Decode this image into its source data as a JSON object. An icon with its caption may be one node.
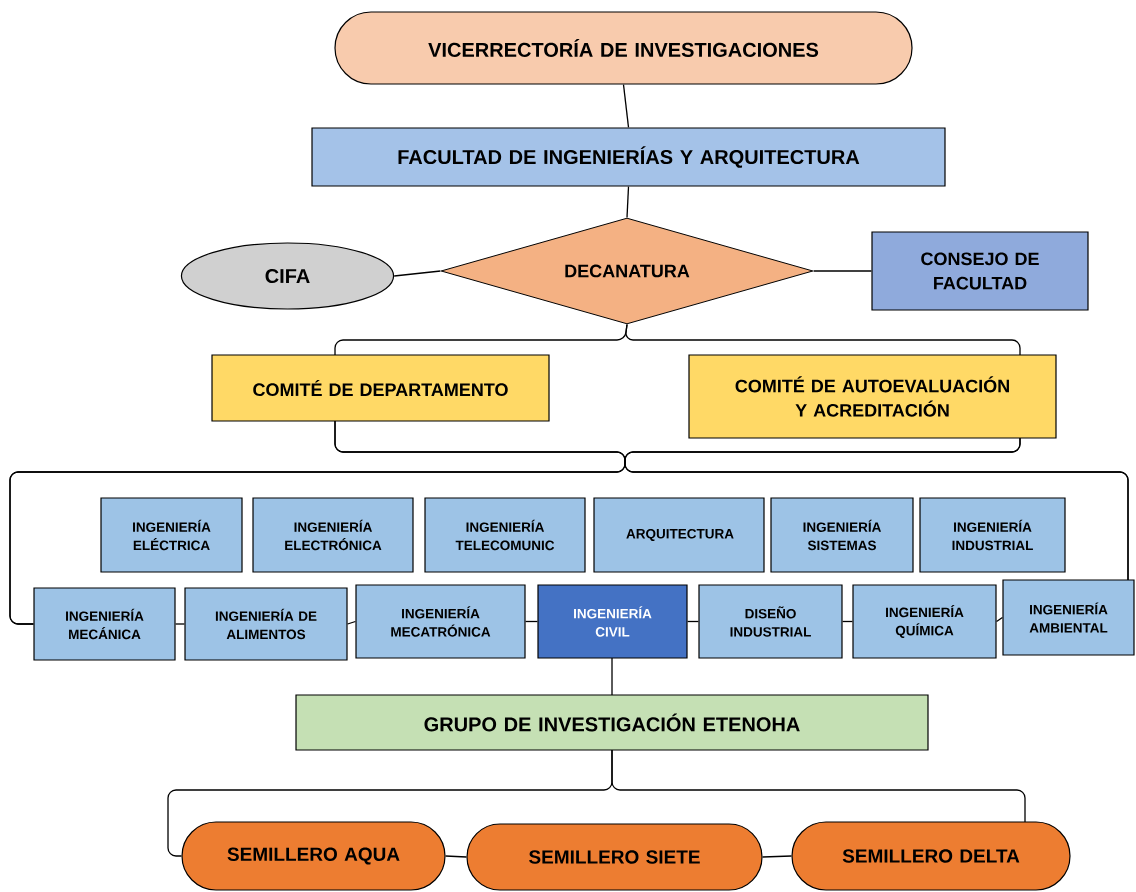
{
  "diagram": {
    "nodes": [
      {
        "text": [
          "VICERRECTORÍA DE INVESTIGACIONES"
        ]
      },
      {
        "text": [
          "FACULTAD DE INGENIERÍAS Y ARQUITECTURA"
        ]
      },
      {
        "text": [
          "DECANATURA"
        ]
      },
      {
        "text": [
          "CIFA"
        ]
      },
      {
        "text": [
          "CONSEJO DE FACULTAD"
        ]
      },
      {
        "text": [
          "COMITÉ DE DEPARTAMENTO"
        ]
      },
      {
        "text": [
          "COMITÉ DE AUTOEVALUACIÓN Y ACREDITACIÓN"
        ]
      },
      {
        "text": [
          "INGENIERÍA ELÉCTRICA"
        ]
      },
      {
        "text": [
          "INGENIERÍA ELECTRÓNICA"
        ]
      },
      {
        "text": [
          "INGENIERÍA TELECOMUNIC"
        ]
      },
      {
        "text": [
          "ARQUITECTURA"
        ]
      },
      {
        "text": [
          "INGENIERÍA SISTEMAS"
        ]
      },
      {
        "text": [
          "INGENIERÍA INDUSTRIAL"
        ]
      },
      {
        "text": [
          "INGENIERÍA MECÁNICA"
        ]
      },
      {
        "text": [
          "INGENIERÍA DE ALIMENTOS"
        ]
      },
      {
        "text": [
          "INGENIERÍA MECATRÓNICA"
        ]
      },
      {
        "text": [
          "INGENIERÍA CIVIL"
        ]
      },
      {
        "text": [
          "DISEÑO INDUSTRIAL"
        ]
      },
      {
        "text": [
          "INGENIERÍA QUÍMICA"
        ]
      },
      {
        "text": [
          "INGENIERÍA AMBIENTAL"
        ]
      },
      {
        "text": [
          "GRUPO DE INVESTIGACIÓN ETENOHA"
        ]
      },
      {
        "text": [
          "SEMILLERO AQUA"
        ]
      },
      {
        "text": [
          "SEMILLERO SIETE"
        ]
      },
      {
        "text": [
          "SEMILLERO DELTA"
        ]
      }
    ],
    "edges": [
      {
        "from": 0,
        "to": 1,
        "arrow": "none"
      },
      {
        "from": 1,
        "to": 2,
        "arrow": "none"
      },
      {
        "from": 2,
        "to": 3,
        "arrow": "none"
      },
      {
        "from": 2,
        "to": 4,
        "arrow": "none"
      },
      {
        "from": 2,
        "to": 5,
        "arrow": "none"
      },
      {
        "from": 2,
        "to": 6,
        "arrow": "none"
      },
      {
        "from": 5,
        "to": 13,
        "arrow": "none"
      },
      {
        "from": 5,
        "to": 19,
        "arrow": "none"
      },
      {
        "from": 6,
        "to": 13,
        "arrow": "none"
      },
      {
        "from": 6,
        "to": 19,
        "arrow": "none"
      },
      {
        "from": 13,
        "to": 14,
        "arrow": "none"
      },
      {
        "from": 14,
        "to": 15,
        "arrow": "none"
      },
      {
        "from": 15,
        "to": 16,
        "arrow": "none"
      },
      {
        "from": 16,
        "to": 17,
        "arrow": "none"
      },
      {
        "from": 17,
        "to": 18,
        "arrow": "none"
      },
      {
        "from": 18,
        "to": 19,
        "arrow": "none"
      },
      {
        "from": 16,
        "to": 20,
        "arrow": "none"
      },
      {
        "from": 20,
        "to": 21,
        "arrow": "none"
      },
      {
        "from": 20,
        "to": 23,
        "arrow": "none"
      },
      {
        "from": 21,
        "to": 22,
        "arrow": "none"
      },
      {
        "from": 22,
        "to": 23,
        "arrow": "none"
      }
    ]
  }
}
